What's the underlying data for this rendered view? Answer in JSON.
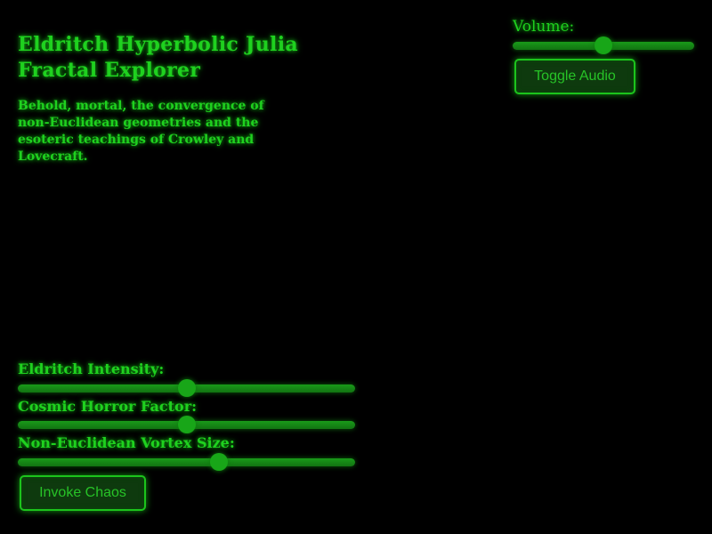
{
  "header": {
    "title": "Eldritch Hyperbolic Julia Fractal Explorer",
    "description": "Behold, mortal, the convergence of non-Euclidean geometries and the esoteric teachings of Crowley and Lovecraft."
  },
  "controls": {
    "sliders": [
      {
        "label": "Eldritch Intensity:",
        "value_fraction": 0.5
      },
      {
        "label": "Cosmic Horror Factor:",
        "value_fraction": 0.5
      },
      {
        "label": "Non-Euclidean Vortex Size:",
        "value_fraction": 0.595
      }
    ],
    "invoke_label": "Invoke Chaos"
  },
  "audio": {
    "volume_label": "Volume:",
    "volume_fraction": 0.5,
    "toggle_label": "Toggle Audio"
  },
  "colors": {
    "background": "#000000",
    "accent": "#1fd11f"
  }
}
